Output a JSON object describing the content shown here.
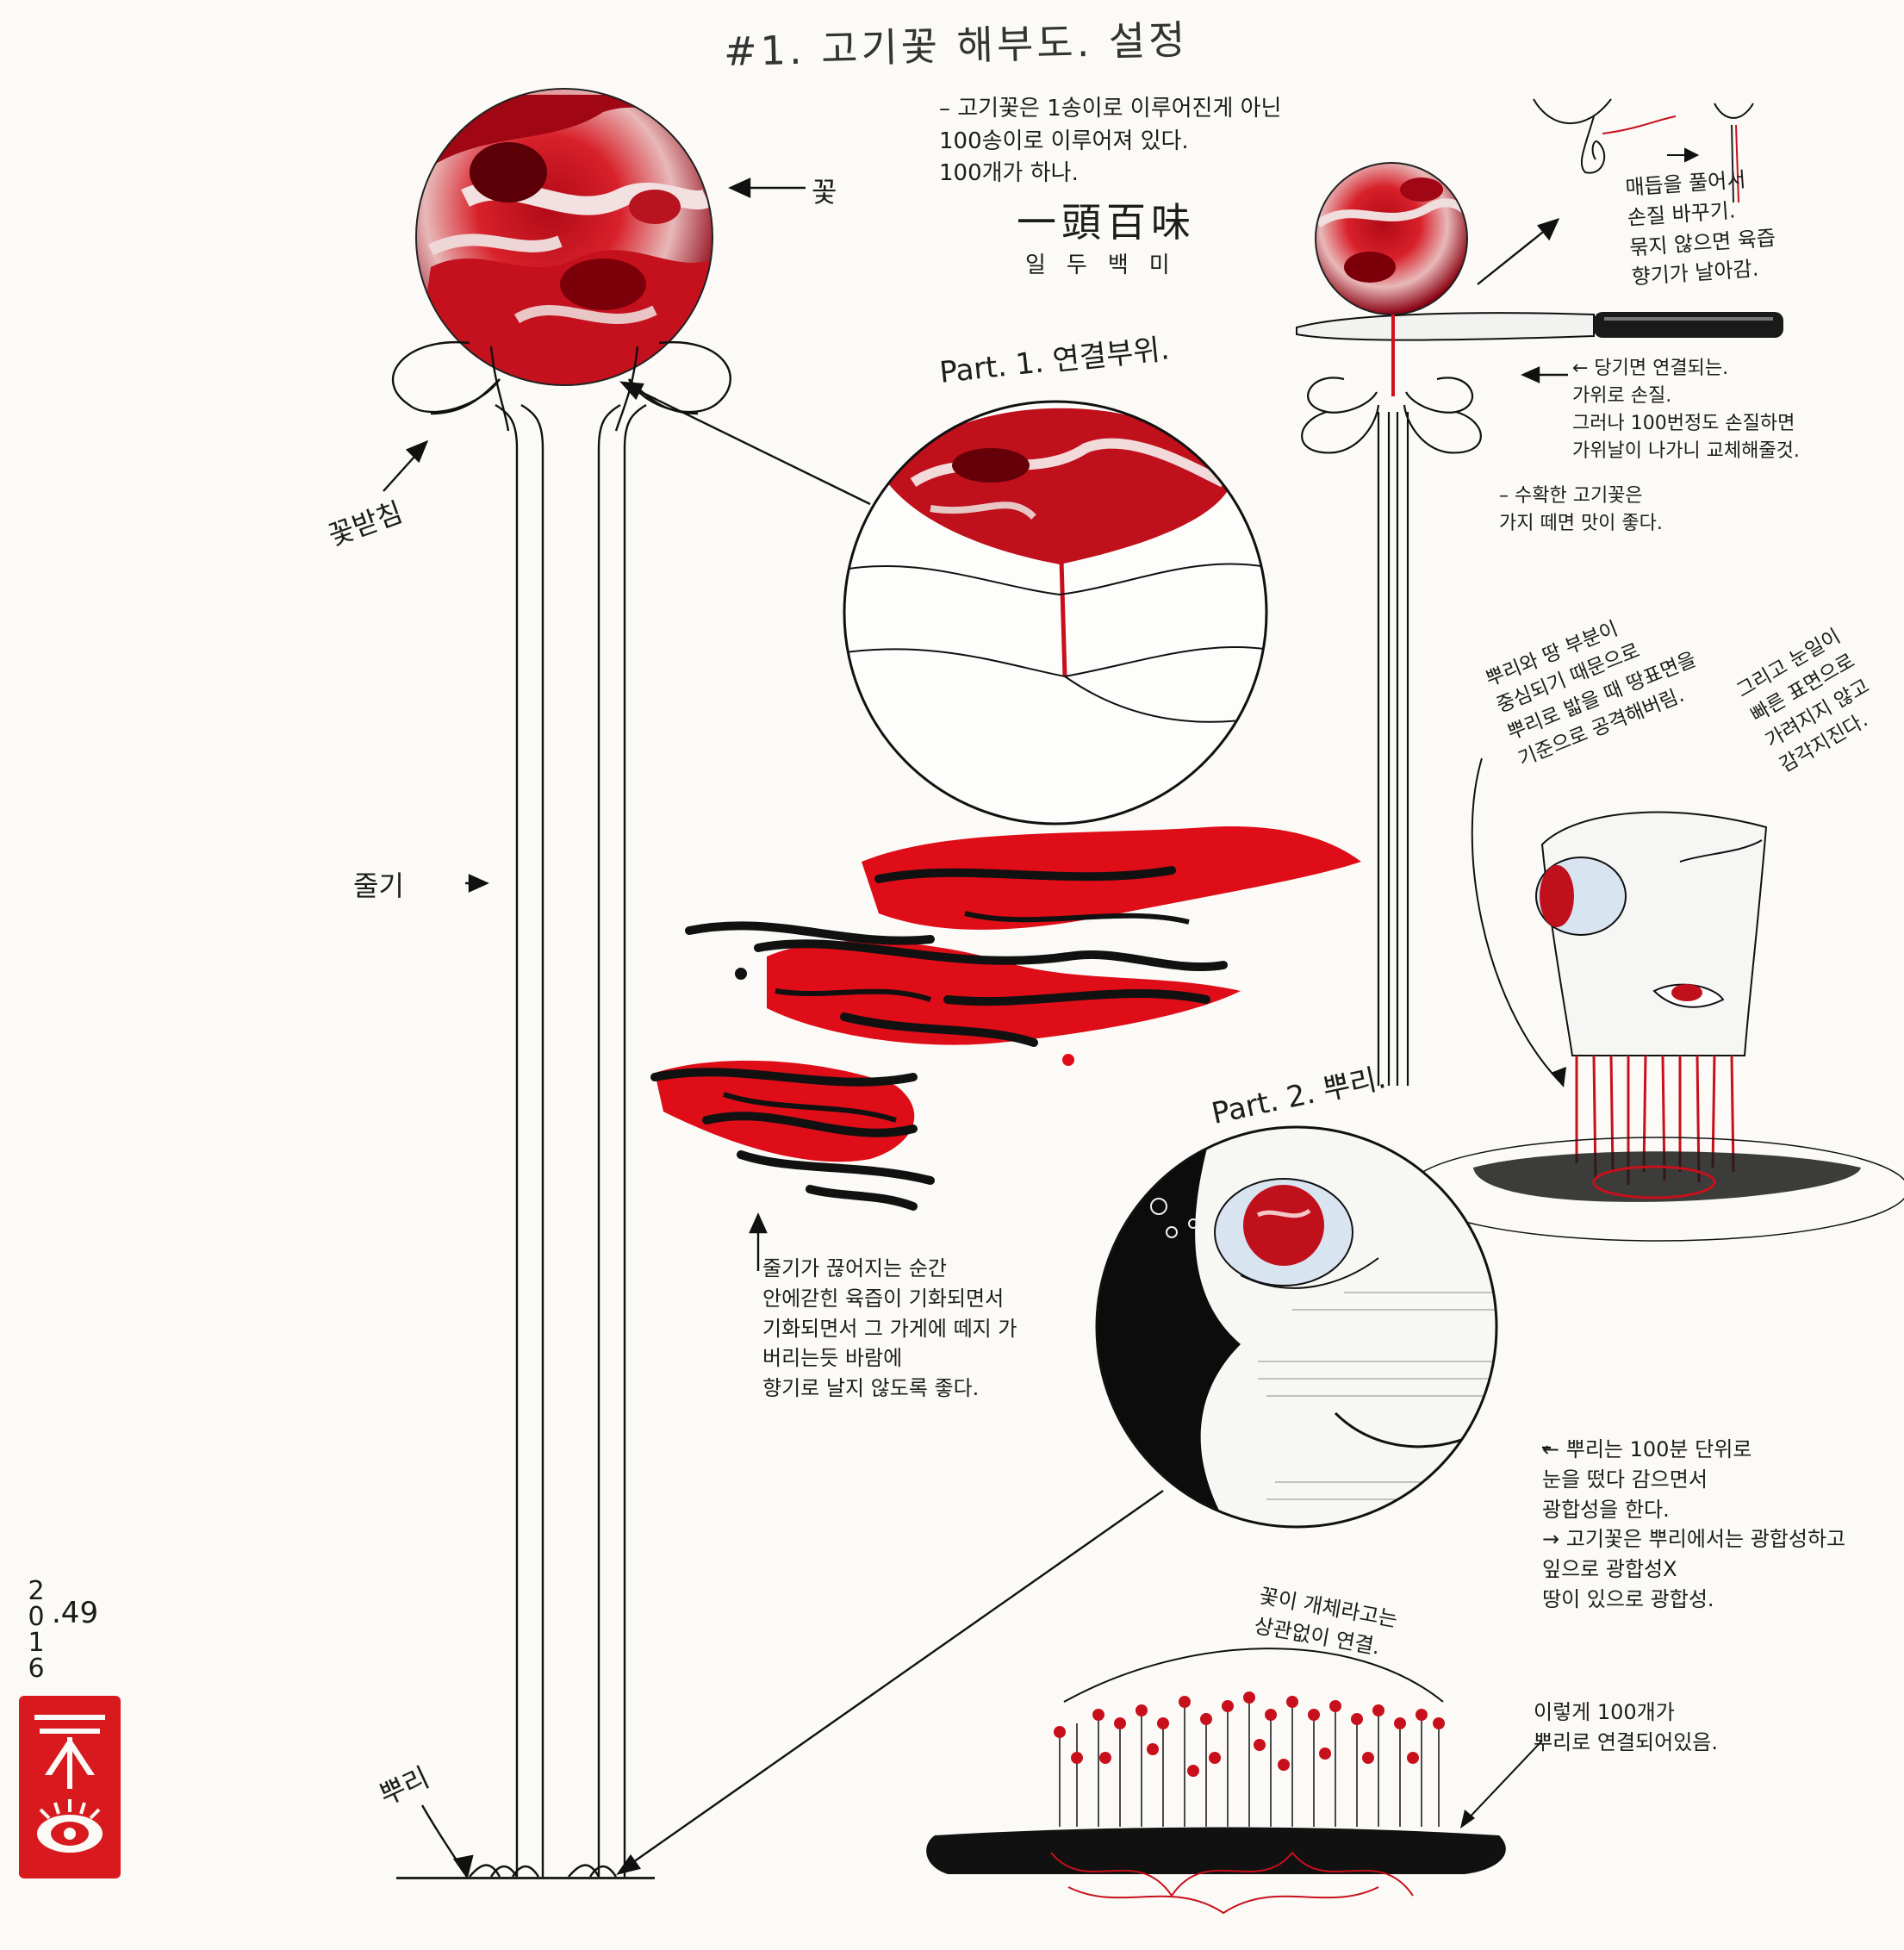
{
  "title": "#1. 고기꽃 해부도. 설정",
  "labels": {
    "flower": "꽃",
    "receptacle": "꽃받침",
    "stem": "줄기",
    "root": "뿌리"
  },
  "parts": {
    "part1": "Part. 1. 연결부위.",
    "part2": "Part. 2. 뿌리."
  },
  "notes": {
    "top": "– 고기꽃은 1송이로 이루어진게 아닌\n100송이로 이루어져 있다.\n100개가 하나.",
    "hanja": "一頭百味",
    "hanja_reading": "일두백미",
    "knot": "매듭을 풀어서\n손질 바꾸기.\n묶지 않으면 육즙\n향기가 날아감.",
    "cut": "← 당기면 연결되는.\n가위로 손질.\n그러나 100번정도 손질하면\n가위날이 나가니 교체해줄것.",
    "rough": "– 수확한 고기꽃은\n가지 떼면 맛이 좋다.",
    "root_diag": "뿌리와 땅 부분이\n중심되기 때문으로\n뿌리로 밟을 때 땅표면을\n기준으로 공격해버림.",
    "closed": "그리고 눈일이\n빠른 표면으로\n가려지지 않고\n감각지진다.",
    "stem_cut": "줄기가 끊어지는 순간\n안에갇힌 육즙이 기화되면서\n기화되면서 그 가게에 떼지 가\n버리는듯 바람에\n향기로 날지 않도록 좋다.",
    "root_open": "← 뿌리는 100분 단위로\n눈을 떴다 감으면서\n광합성을 한다.\n→ 고기꽃은 뿌리에서는 광합성하고\n잎으로 광합성X\n땅이 있으로 광합성.",
    "line": "꽃이 개체라고는\n상관없이 연결.",
    "hundred": "이렇게 100개가\n뿌리로 연결되어있음."
  },
  "date": {
    "year_digits": [
      "2",
      "0",
      "1",
      "6"
    ],
    "number": ".49"
  },
  "colors": {
    "blood": "#d2101c",
    "ink": "#111111",
    "paper": "#fbfaf6"
  },
  "icons": {
    "seal": "red-eye-seal-stamp"
  }
}
